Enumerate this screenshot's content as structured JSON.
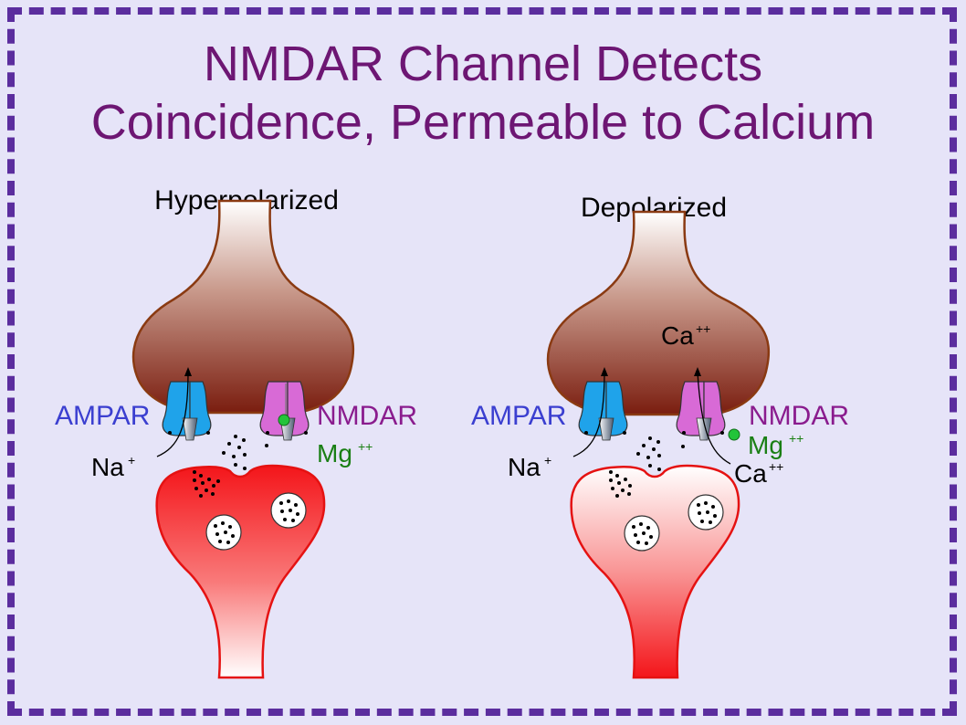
{
  "title": {
    "line1": "NMDAR Channel Detects",
    "line2": "Coincidence, Permeable to Calcium"
  },
  "panels": [
    {
      "state": "Hyperpolarized",
      "ampar": "AMPAR",
      "nmdar": "NMDAR",
      "na": "Na",
      "na_sup": "+",
      "mg": "Mg",
      "mg_sup": "++"
    },
    {
      "state": "Depolarized",
      "ampar": "AMPAR",
      "nmdar": "NMDAR",
      "na": "Na",
      "na_sup": "+",
      "mg": "Mg",
      "mg_sup": "++",
      "ca_in": "Ca",
      "ca_in_sup": "++",
      "ca_out": "Ca",
      "ca_out_sup": "++"
    }
  ],
  "colors": {
    "title": "#6d1673",
    "border": "#5b2d9e",
    "background": "#e6e4f8",
    "ampar": "#1fa3ea",
    "nmdar": "#d86ad6",
    "ampar_label": "#3b3fd0",
    "nmdar_label": "#8a1c8e",
    "mg": "#23c43a",
    "mg_label": "#1a7f14",
    "postsynaptic_outline": "#8a3a12",
    "presynaptic_red": "#f4151a"
  }
}
